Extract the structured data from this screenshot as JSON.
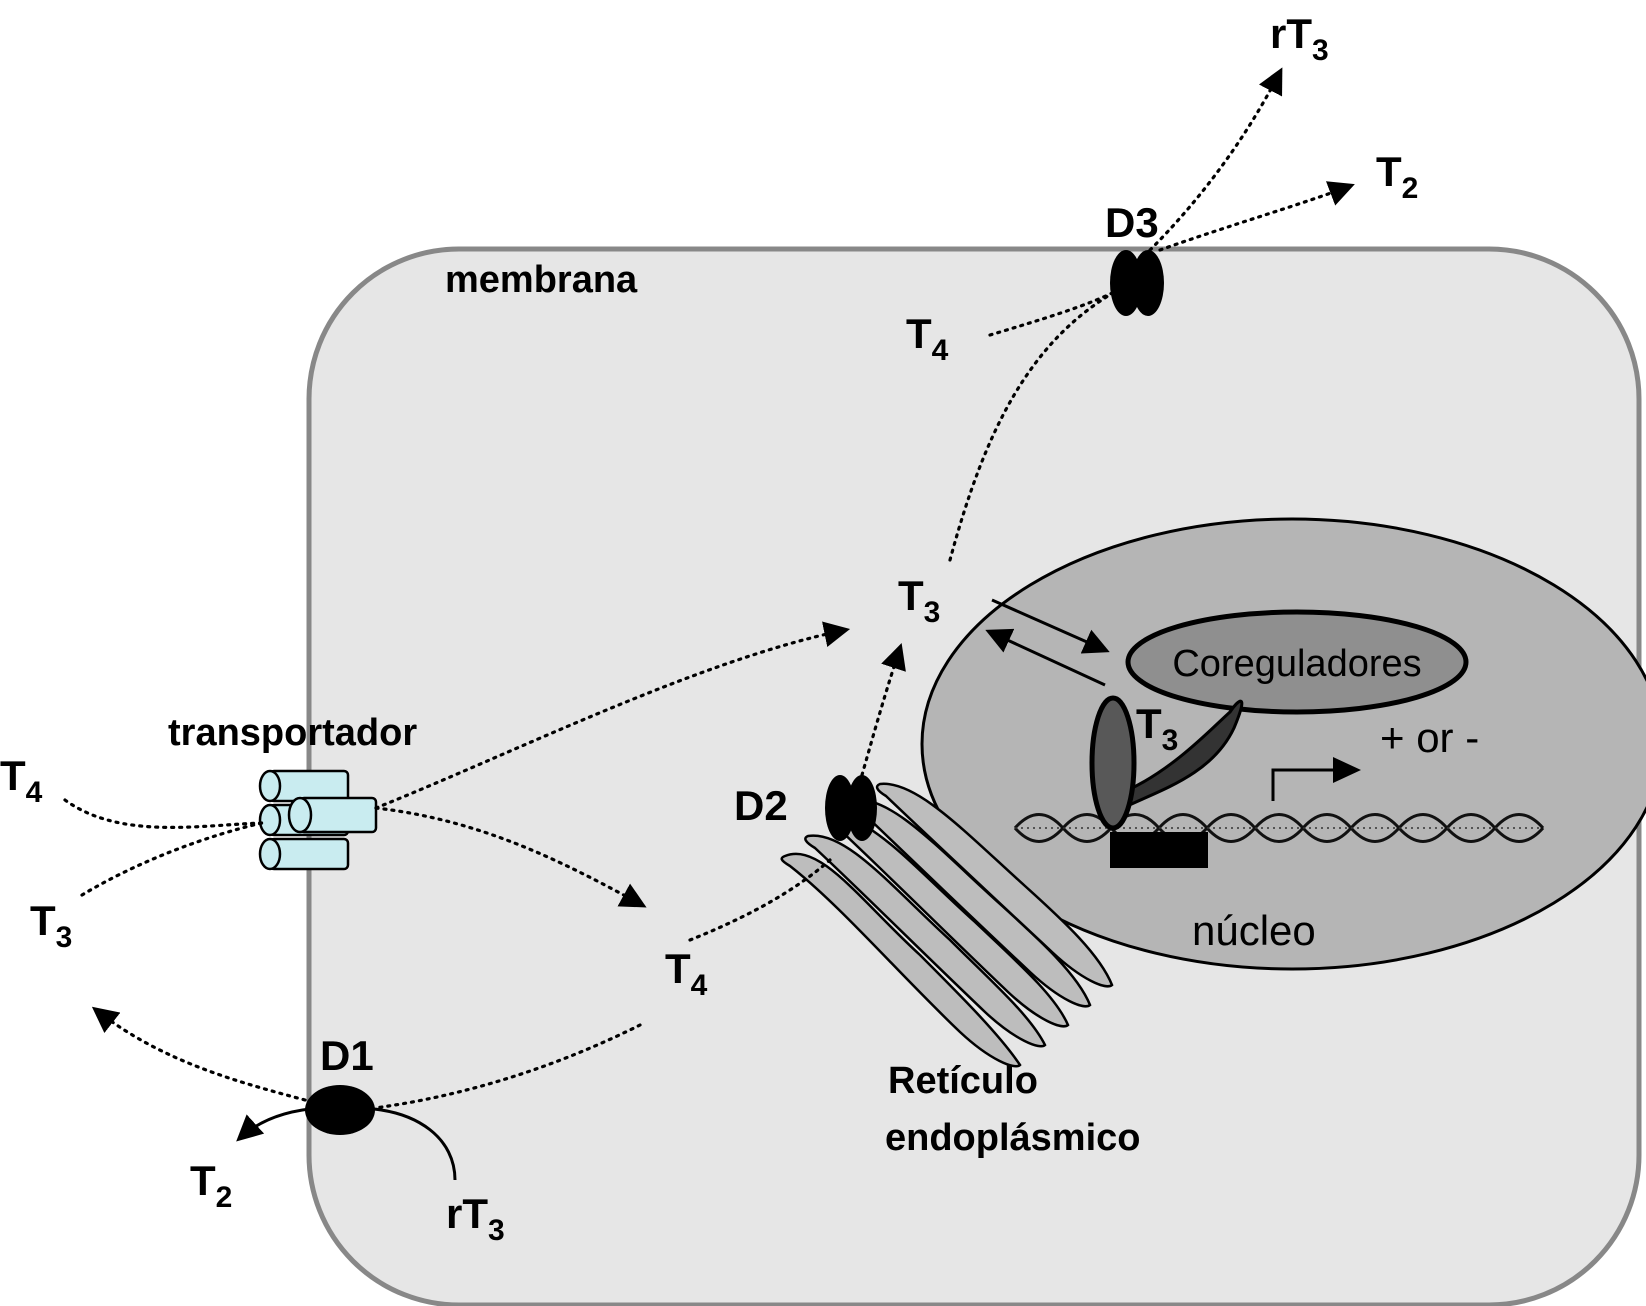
{
  "labels": {
    "membrane": "membrana",
    "transporter": "transportador",
    "nucleus": "núcleo",
    "er_line1": "Retículo",
    "er_line2": "endoplásmico",
    "coregulators": "Coreguladores",
    "effect": "+ or -",
    "D1": "D1",
    "D2": "D2",
    "D3": "D3"
  },
  "hormones": {
    "T": "T",
    "rT": "rT",
    "sub2": "2",
    "sub3": "3",
    "sub4": "4"
  },
  "colors": {
    "cell_fill": "#e6e6e6",
    "cell_stroke": "#888888",
    "nucleus_fill": "#b5b5b5",
    "coregulator_fill": "#8f8f8f",
    "transporter_fill": "#c9ecf0",
    "er_fill": "#bdbdbd",
    "enzyme_fill": "#000000"
  },
  "icons": {
    "transporter": "cylinder-cluster-icon",
    "enzyme": "dimer-ellipse-icon",
    "dna": "double-helix-icon",
    "er": "stacked-cisternae-icon",
    "receptor": "receptor-ring-icon"
  }
}
